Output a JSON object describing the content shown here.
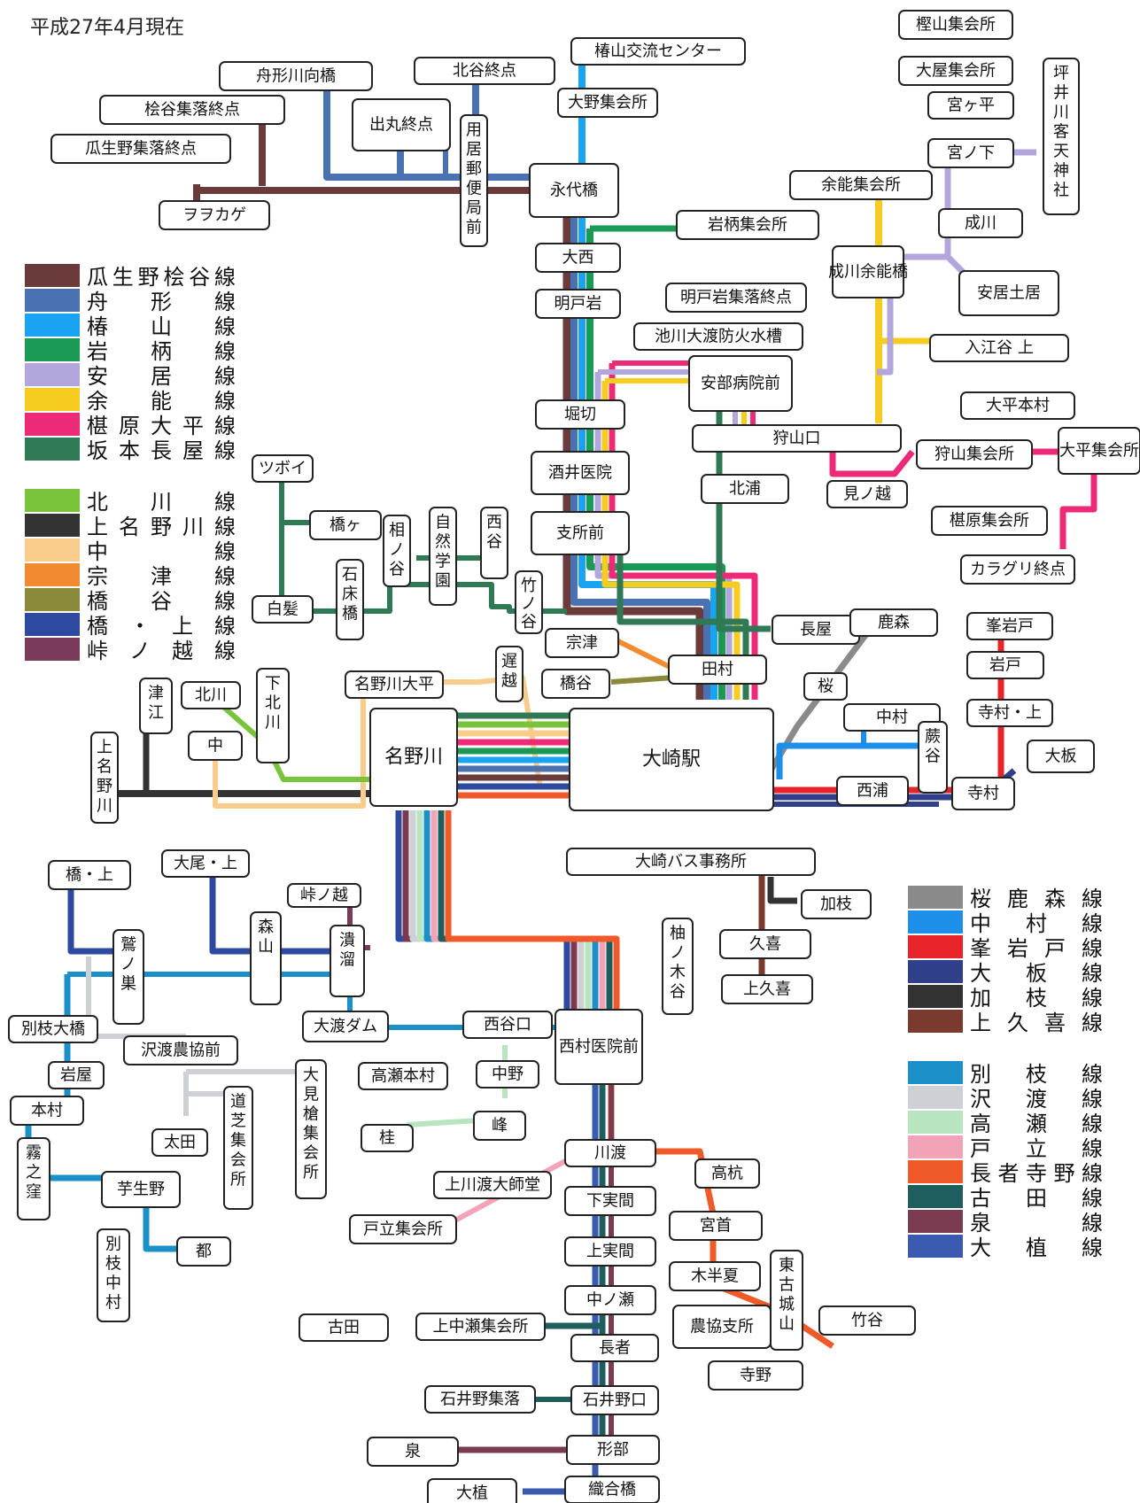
{
  "title": "平成27年4月現在",
  "route_colors": {
    "urino": "#6b3a3a",
    "funagata": "#4a72b0",
    "tsubakiyama": "#1aa3f0",
    "iwagara": "#1a9a55",
    "ai": "#b3a6dc",
    "yono": "#f6cc1e",
    "kunugihara": "#ec2a78",
    "sakamoto": "#2f7a55",
    "kitagawa": "#79c43a",
    "kaminano": "#333333",
    "naka": "#f8cc8a",
    "munatsu": "#f28a32",
    "hashitani": "#8a8a3a",
    "hashikami": "#2e4aa0",
    "tougenoetsu": "#7a3a5a",
    "sakura": "#8a8a8a",
    "nakamura": "#1d8fe8",
    "minegido": "#e8232a",
    "ooita": "#2f3f8a",
    "kaeda": "#333333",
    "kamikuki": "#7a3a2e",
    "betsueda": "#1a8fc8",
    "sawatari": "#cfcfd6",
    "takase": "#b9e4c0",
    "todachi": "#f2a3b8",
    "chojaji": "#f05a2a",
    "furuta": "#1e5e5e",
    "izumi": "#7a3a50",
    "oue": "#3a5ab0"
  },
  "legend_left_1": [
    {
      "label": "瓜生野桧谷線",
      "color": "#6b3a3a"
    },
    {
      "label": "舟形線",
      "color": "#4a72b0"
    },
    {
      "label": "椿山線",
      "color": "#1aa3f0"
    },
    {
      "label": "岩柄線",
      "color": "#1a9a55"
    },
    {
      "label": "安居線",
      "color": "#b3a6dc"
    },
    {
      "label": "余能線",
      "color": "#f6cc1e"
    },
    {
      "label": "椹原大平線",
      "color": "#ec2a78"
    },
    {
      "label": "坂本長屋線",
      "color": "#2f7a55"
    }
  ],
  "legend_left_2": [
    {
      "label": "北川線",
      "color": "#79c43a"
    },
    {
      "label": "上名野川線",
      "color": "#333333"
    },
    {
      "label": "中線",
      "color": "#f8cc8a"
    },
    {
      "label": "宗津線",
      "color": "#f28a32"
    },
    {
      "label": "橋谷線",
      "color": "#8a8a3a"
    },
    {
      "label": "橋・上線",
      "color": "#2e4aa0"
    },
    {
      "label": "峠ノ越線",
      "color": "#7a3a5a"
    }
  ],
  "legend_right_1": [
    {
      "label": "桜鹿森線",
      "color": "#8a8a8a"
    },
    {
      "label": "中村線",
      "color": "#1d8fe8"
    },
    {
      "label": "峯岩戸線",
      "color": "#e8232a"
    },
    {
      "label": "大板線",
      "color": "#2f3f8a"
    },
    {
      "label": "加枝線",
      "color": "#333333"
    },
    {
      "label": "上久喜線",
      "color": "#7a3a2e"
    }
  ],
  "legend_right_2": [
    {
      "label": "別枝線",
      "color": "#1a8fc8"
    },
    {
      "label": "沢渡線",
      "color": "#cfcfd6"
    },
    {
      "label": "高瀬線",
      "color": "#b9e4c0"
    },
    {
      "label": "戸立線",
      "color": "#f2a3b8"
    },
    {
      "label": "長者寺野線",
      "color": "#f05a2a"
    },
    {
      "label": "古田線",
      "color": "#1e5e5e"
    },
    {
      "label": "泉線",
      "color": "#7a3a50"
    },
    {
      "label": "大植線",
      "color": "#3a5ab0"
    }
  ],
  "stops": [
    "大崎駅",
    "名野川",
    "大崎バス事務所",
    "田村",
    "永代橋",
    "大西",
    "明戸岩",
    "堀切",
    "酒井医院",
    "支所前",
    "椿山交流センター",
    "大野集会所",
    "北谷終点",
    "舟形川向橋",
    "桧谷集落終点",
    "瓜生野集落終点",
    "ヲヲカゲ",
    "出丸終点",
    "用居郵便局前",
    "岩柄集会所",
    "明戸岩集落終点",
    "池川大渡防火水槽",
    "安部病院前",
    "狩山口",
    "北浦",
    "長屋",
    "樫山集会所",
    "大屋集会所",
    "宮ヶ平",
    "宮ノ下",
    "坪井川客天神社",
    "余能集会所",
    "成川",
    "成川余能橋",
    "安居土居",
    "入江谷 上",
    "大平本村",
    "狩山集会所",
    "大平集会所",
    "見ノ越",
    "椹原集会所",
    "カラグリ終点",
    "ツボイ",
    "橋ヶ",
    "白髪",
    "石床橋",
    "相ノ谷",
    "自然学園",
    "西谷",
    "竹ノ谷",
    "宗津",
    "橋谷",
    "遅越",
    "名野川大平",
    "北川",
    "下北川",
    "中",
    "津江",
    "上名野川",
    "鹿森",
    "桜",
    "中村",
    "蕨谷",
    "西浦",
    "寺村",
    "大板",
    "峯岩戸",
    "岩戸",
    "寺村・上",
    "加枝",
    "久喜",
    "上久喜",
    "柚ノ木谷",
    "橋・上",
    "大尾・上",
    "峠ノ越",
    "鷲ノ巣",
    "森山",
    "潰溜",
    "別枝大橋",
    "沢渡農協前",
    "大渡ダム",
    "西谷口",
    "西村医院前",
    "岩屋",
    "本村",
    "霧之窪",
    "芋生野",
    "都",
    "別枝中村",
    "太田",
    "道芝集会所",
    "大見槍集会所",
    "高瀬本村",
    "中野",
    "桂",
    "峰",
    "川渡",
    "上川渡大師堂",
    "戸立集会所",
    "下実間",
    "上実間",
    "中ノ瀬",
    "高杭",
    "宮首",
    "木半夏",
    "東古城山",
    "農協支所",
    "竹谷",
    "寺野",
    "古田",
    "上中瀬集会所",
    "長者",
    "石井野集落",
    "石井野口",
    "泉",
    "形部",
    "大植",
    "織合橋"
  ]
}
